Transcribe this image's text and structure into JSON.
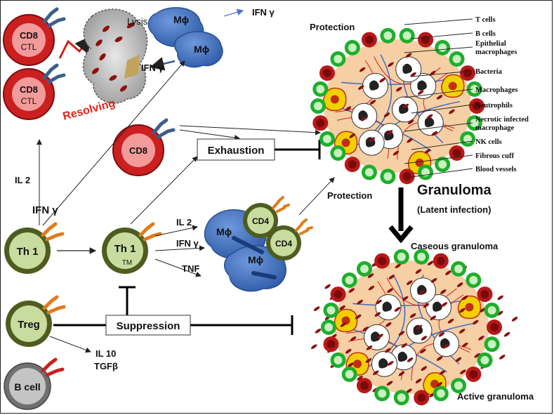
{
  "cells": {
    "cd8_ctl_a": {
      "line1": "CD8",
      "line2": "CTL"
    },
    "cd8_ctl_b": {
      "line1": "CD8",
      "line2": "CTL"
    },
    "cd8": "CD8",
    "th1": "Th 1",
    "th1m": {
      "main": "Th 1",
      "sub": "TM"
    },
    "treg": "Treg",
    "bcell": "B cell",
    "cd4_a": "CD4",
    "cd4_b": "CD4",
    "mphi": "Mϕ"
  },
  "labels": {
    "lysis": "Lysis",
    "ifn_gamma": "IFN γ",
    "resolving": "Resolving",
    "il2": "IL 2",
    "tnf": "TNF",
    "il10": "IL 10",
    "tgfb": "TGFβ",
    "exhaustion": "Exhaustion",
    "suppression": "Suppression",
    "protection": "Protection",
    "granuloma": "Granuloma",
    "latent": "(Latent infection)",
    "caseous": "Caseous granuloma",
    "active": "Active granuloma"
  },
  "legend": [
    "T cells",
    "B cells",
    "Epithelial macrophages",
    "Bacteria",
    "Macrophages",
    "Neutrophils",
    "Necrotic infected macrophage",
    "NK cells",
    "Fibrous cuff",
    "Blood vessels"
  ],
  "colors": {
    "ctl_red": "#cc1f1f",
    "th_green": "#4e5d1f",
    "th_fill": "#c8dca0",
    "mac_blue": "#3d6fbf",
    "receptor_blue": "#3b5f8a",
    "receptor_orange": "#e07b1a",
    "resolving_red": "#e0261b"
  }
}
